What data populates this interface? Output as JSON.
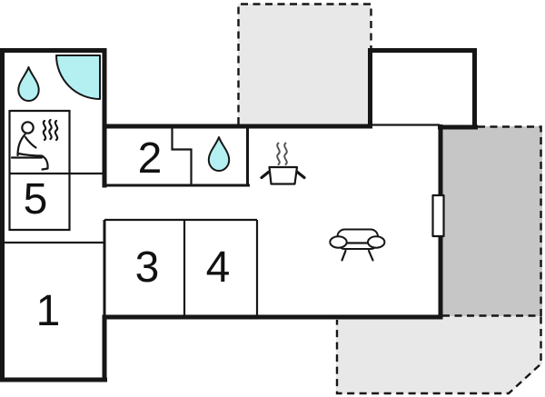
{
  "rooms": [
    {
      "id": "room-1",
      "label": "1"
    },
    {
      "id": "room-2",
      "label": "2"
    },
    {
      "id": "room-3",
      "label": "3"
    },
    {
      "id": "room-4",
      "label": "4"
    },
    {
      "id": "room-5",
      "label": "5"
    }
  ],
  "icons": {
    "bathroom_drop": "water-drop",
    "wc_drop": "water-drop",
    "shower": "corner-shower-quarter-circle",
    "sauna": "sauna-person-with-heat-waves",
    "kitchen": "steaming-pot",
    "living": "sofa",
    "entrance": "door"
  },
  "colors": {
    "wall": "#161616",
    "water": "#b4f0f2",
    "terrace_light": "#e8e8e8",
    "terrace_dark": "#c6c6c6",
    "steam": "#555555",
    "label": "#111111",
    "floor": "#ffffff"
  }
}
